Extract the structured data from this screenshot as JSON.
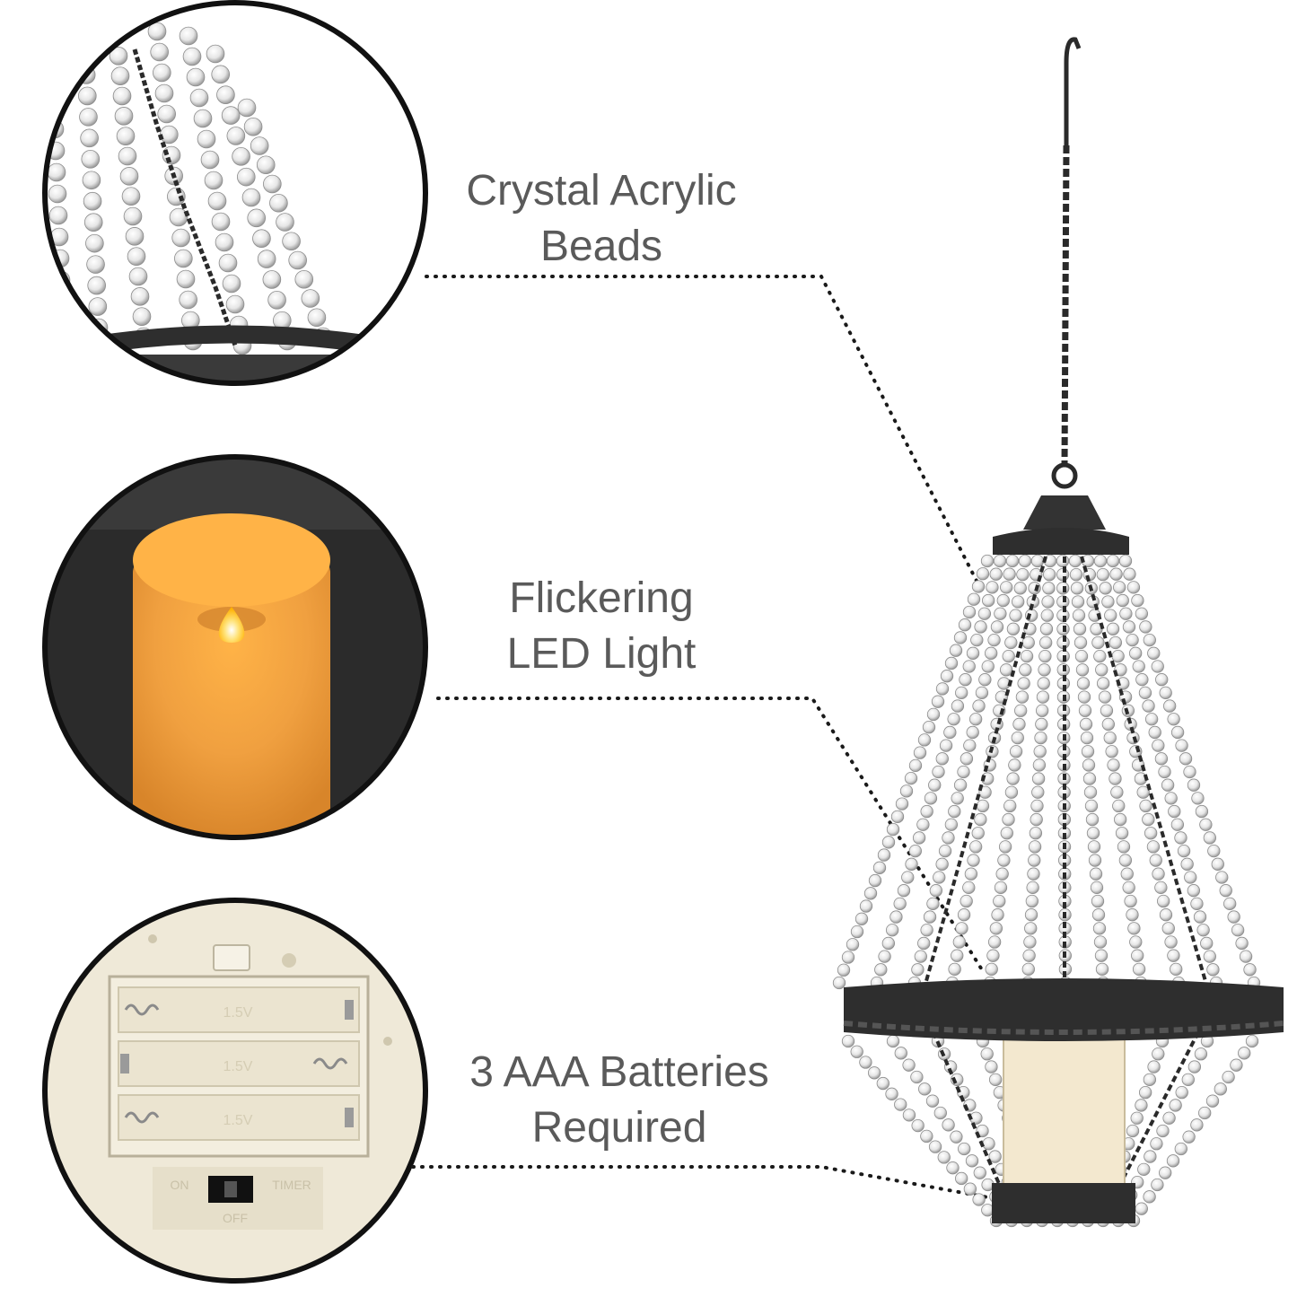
{
  "features": [
    {
      "id": "beads",
      "lines": [
        "Crystal Acrylic",
        "Beads"
      ]
    },
    {
      "id": "led",
      "lines": [
        "Flickering",
        "LED Light"
      ]
    },
    {
      "id": "batteries",
      "lines": [
        "3 AAA Batteries",
        "Required"
      ]
    }
  ],
  "battery_compartment": {
    "voltage_marks": [
      "1.5V",
      "1.5V",
      "1.5V"
    ],
    "switch_labels": {
      "on": "ON",
      "off": "OFF",
      "timer": "TIMER"
    }
  },
  "colors": {
    "label_text": "#5a5a5a",
    "circle_border": "#111111",
    "metal": "#2e2e2e",
    "candle_lit": "#f0a040",
    "flame": "#ffd24a",
    "battery_case": "#efe9d8"
  },
  "icons": [
    "chandelier-product-icon",
    "bead-strand-icon",
    "candle-icon",
    "battery-holder-icon",
    "flame-icon"
  ]
}
